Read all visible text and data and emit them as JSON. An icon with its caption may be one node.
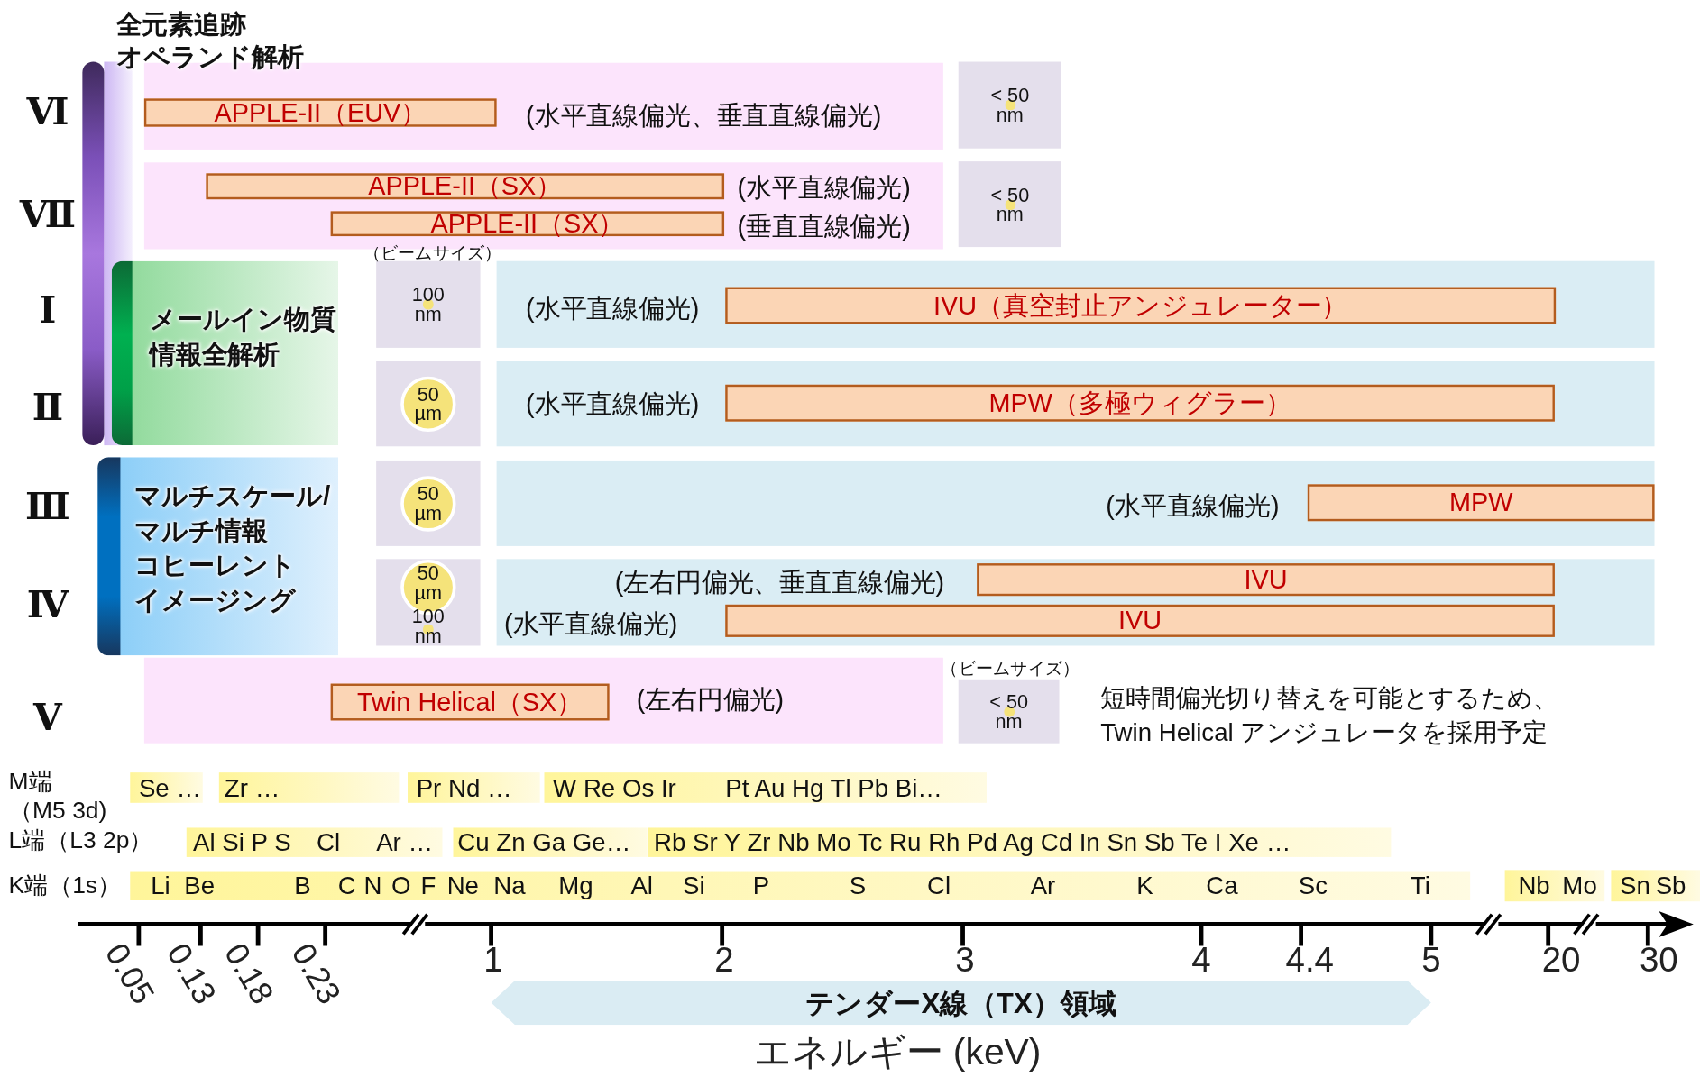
{
  "diagram": {
    "nodes": [
      {
        "text": [
          "全元素追跡オペランド解析"
        ]
      },
      {
        "text": [
          "(水平直線偏光、垂直直線偏光)"
        ]
      },
      {
        "text": [
          "APPLE-II（EUV）"
        ],
        "in": 1
      },
      {
        "text": [
          "< 50 nm"
        ]
      },
      {
        "text": [
          "(水平直線偏光)",
          "(垂直直線偏光)"
        ]
      },
      {
        "text": [
          "APPLE-II（SX）"
        ],
        "in": 4
      },
      {
        "text": [
          "APPLE-II（SX）"
        ],
        "in": 4
      },
      {
        "text": [
          "< 50 nm"
        ]
      },
      {
        "text": [
          "メールイン物質情報全解析"
        ]
      },
      {
        "text": [
          "100 nm"
        ]
      },
      {
        "text": [
          "(水平直線偏光)"
        ]
      },
      {
        "text": [
          "IVU（真空封止アンジュレーター）"
        ],
        "in": 10
      },
      {
        "text": [
          "50 µm"
        ]
      },
      {
        "text": [
          "(水平直線偏光)"
        ]
      },
      {
        "text": [
          "MPW（多極ウィグラー）"
        ],
        "in": 13
      },
      {
        "text": [
          "マルチスケール/マルチ情報コヒーレントイメージング"
        ]
      },
      {
        "text": [
          "50 µm"
        ]
      },
      {
        "text": [
          "(水平直線偏光)"
        ]
      },
      {
        "text": [
          "MPW"
        ],
        "in": 17
      },
      {
        "text": [
          "50 µm",
          "100 nm"
        ]
      },
      {
        "text": [
          "(左右円偏光、垂直直線偏光)",
          "(水平直線偏光)"
        ]
      },
      {
        "text": [
          "IVU"
        ],
        "in": 20
      },
      {
        "text": [
          "IVU"
        ],
        "in": 20
      },
      {
        "text": [
          "(左右円偏光)"
        ]
      },
      {
        "text": [
          "Twin Helical（SX）"
        ],
        "in": 23
      },
      {
        "text": [
          "< 50 nm"
        ]
      },
      {
        "text": [
          "Se …"
        ]
      },
      {
        "text": [
          "Zr …"
        ]
      },
      {
        "text": [
          "Pr Nd …"
        ]
      },
      {
        "text": [
          "W Re Os Ir",
          "Pt Au Hg Tl Pb Bi…"
        ]
      },
      {
        "text": [
          "Al Si P S",
          "Cl",
          "Ar …"
        ]
      },
      {
        "text": [
          "Cu Zn Ga Ge…"
        ]
      },
      {
        "text": [
          "Rb Sr Y Zr Nb Mo Tc Ru Rh Pd Ag Cd In Sn Sb Te I Xe …"
        ]
      },
      {
        "text": [
          "Li",
          "Be",
          "B",
          "C",
          "N",
          "O",
          "F",
          "Ne",
          "Na",
          "Mg",
          "Al",
          "Si",
          "P",
          "S",
          "Cl",
          "Ar",
          "K",
          "Ca",
          "Sc",
          "Ti"
        ]
      },
      {
        "text": [
          "Nb",
          "Mo"
        ]
      },
      {
        "text": [
          "Sn",
          "Sb"
        ]
      },
      {
        "text": [
          "テンダーX線（TX）領域"
        ]
      }
    ],
    "labels": [
      "Ⅵ",
      "Ⅶ",
      "Ⅰ",
      "Ⅱ",
      "Ⅲ",
      "Ⅳ",
      "Ⅴ",
      "（ビームサイズ）",
      "（ビームサイズ）",
      "短時間偏光切り替えを可能とするため、Twin Helical アンジュレータを採用予定",
      "M端（M5 3d)",
      "L端（L3 2p）",
      "K端（1s）",
      "0.05",
      "0.13",
      "0.18",
      "0.23",
      "1",
      "2",
      "3",
      "4",
      "4.4",
      "5",
      "20",
      "30",
      "エネルギー (keV)"
    ]
  }
}
